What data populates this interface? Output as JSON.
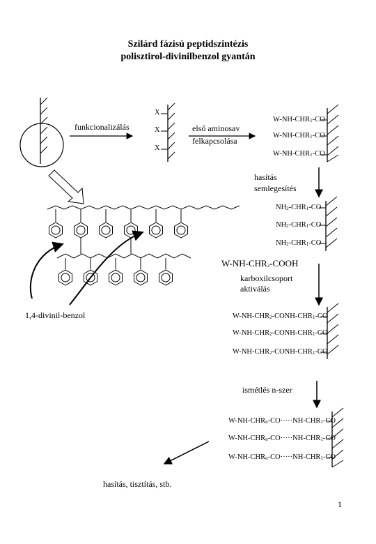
{
  "title": {
    "line1": "Szilárd fázisú peptidszintézis",
    "line2": "polisztirol-divinilbenzol gyantán"
  },
  "labels": {
    "funkcionalizalas": "funkcionalizálás",
    "elso_aminosav_1": "első aminosav",
    "elso_aminosav_2": "felkapcsolása",
    "hasitas_1": "hasítás",
    "hasitas_2": "semlegesítés",
    "karboxil_1": "karboxilcsoport",
    "karboxil_2": "aktiválás",
    "divinil": "1,4-divinil-benzol",
    "ismetles": "ismétlés n-szer",
    "final": "hasítás, tisztítás, stb.",
    "page_number": "1"
  },
  "x_marks": [
    "X",
    "X",
    "X"
  ],
  "step1": {
    "prefix": "W-NH-CHR",
    "sub": "1",
    "suffix": "-CO"
  },
  "step2": {
    "prefix": "NH",
    "sub1": "2",
    "mid": "-CHR",
    "sub2": "1",
    "suffix": "-CO"
  },
  "reagent": {
    "prefix": "W-NH-CHR",
    "sub": "2",
    "suffix": "-COOH"
  },
  "step3": {
    "prefix": "W-NH-CHR",
    "sub": "2",
    "mid": "-CONH-CHR",
    "sub2": "1",
    "suffix": "-CO"
  },
  "step4": {
    "prefix": "W-NH-CHR",
    "sub": "n",
    "mid": "-CO·····NH-CHR",
    "sub2": "1",
    "suffix": "-CO"
  }
}
